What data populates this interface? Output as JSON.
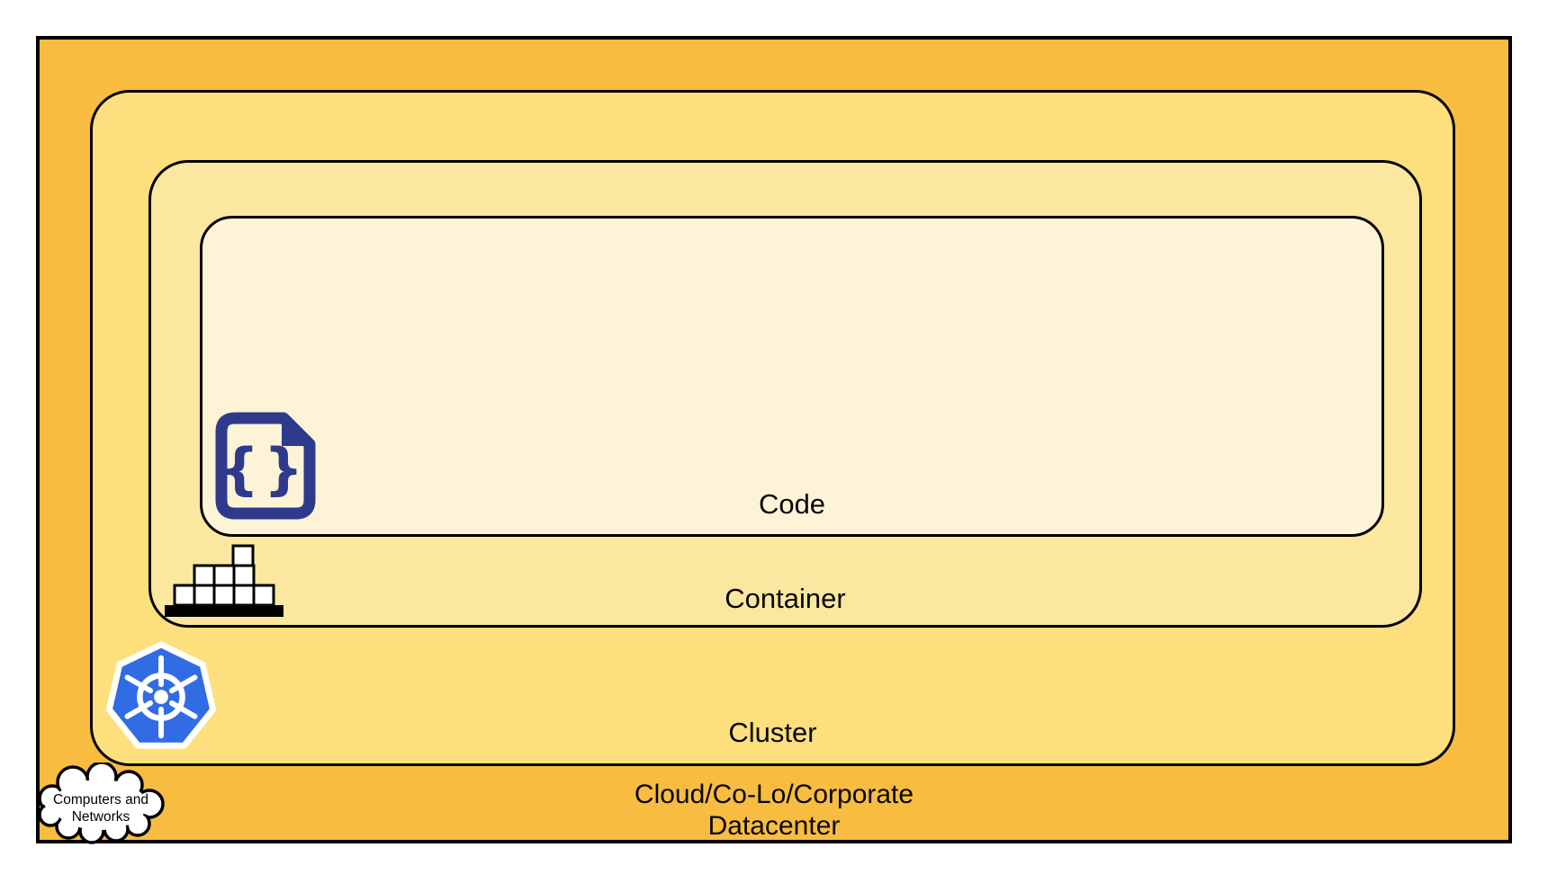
{
  "diagram": {
    "title": "Nested deployment layers diagram",
    "layers": [
      {
        "label": "Code"
      },
      {
        "label": "Container"
      },
      {
        "label": "Cluster"
      },
      {
        "label": "Cloud/Co-Lo/Corporate Datacenter"
      }
    ]
  },
  "labels": {
    "code": "Code",
    "container": "Container",
    "cluster": "Cluster",
    "datacenter_line1": "Cloud/Co-Lo/Corporate",
    "datacenter_line2": "Datacenter",
    "cloud_line1": "Computers and",
    "cloud_line2": "Networks",
    "code_icon_braces": "{}"
  },
  "icons": [
    {
      "name": "code-file-icon",
      "meaning": "source code file with curly braces"
    },
    {
      "name": "container-stack-icon",
      "meaning": "stacked shipping boxes on a base"
    },
    {
      "name": "kubernetes-logo-icon",
      "meaning": "Kubernetes helm wheel in blue heptagon"
    },
    {
      "name": "cloud-icon",
      "meaning": "cloud shape holding computers and networks"
    }
  ],
  "colors": {
    "outer_fill": "#F8BC40",
    "cluster_fill": "#FDDF7E",
    "container_fill": "#FBE79F",
    "code_fill": "#FDF3D6",
    "border": "#000000",
    "navy": "#2E3A8C",
    "k8s_blue": "#326CE5"
  }
}
